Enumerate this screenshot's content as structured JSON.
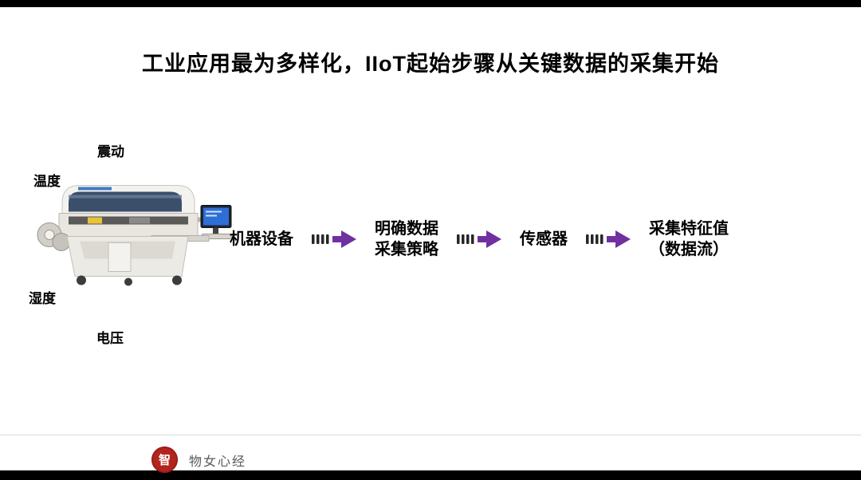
{
  "title": "工业应用最为多样化，IIoT起始步骤从关键数据的采集开始",
  "machine": {
    "labels": {
      "vibration": "震动",
      "temperature": "温度",
      "humidity": "湿度",
      "voltage": "电压"
    }
  },
  "flow": {
    "steps": [
      {
        "label": "机器设备"
      },
      {
        "label": "明确数据\n采集策略"
      },
      {
        "label": "传感器"
      },
      {
        "label": "采集特征值\n（数据流）"
      }
    ],
    "arrow_color": "#7030a0",
    "dash_color": "#262626"
  },
  "footer": {
    "brand": "物女心经",
    "logo_char": "智"
  }
}
